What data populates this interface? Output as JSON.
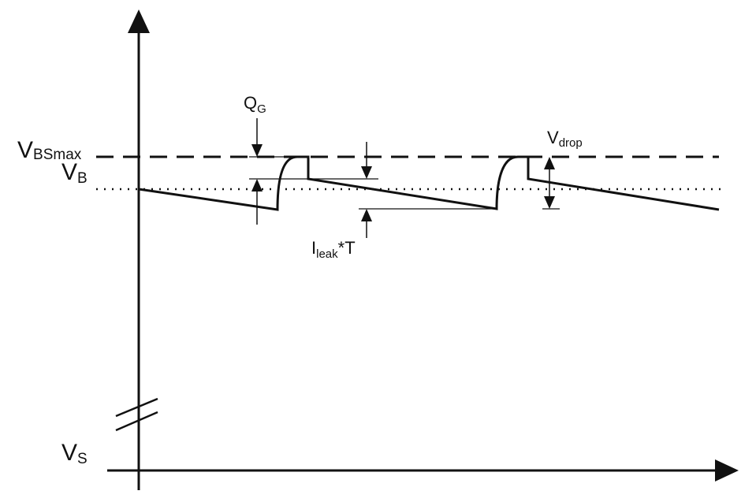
{
  "labels": {
    "v_bsmax": {
      "main": "V",
      "sub": "BSmax"
    },
    "v_b": {
      "main": "V",
      "sub": "B"
    },
    "v_s": {
      "main": "V",
      "sub": "S"
    },
    "q_g": {
      "main": "Q",
      "sub": "G"
    },
    "v_drop": {
      "main": "V",
      "sub": "drop"
    },
    "i_leak": {
      "main": "I",
      "sub": "leak",
      "suffix": "*T"
    }
  },
  "colors": {
    "ink": "#111111",
    "background": "#ffffff"
  }
}
